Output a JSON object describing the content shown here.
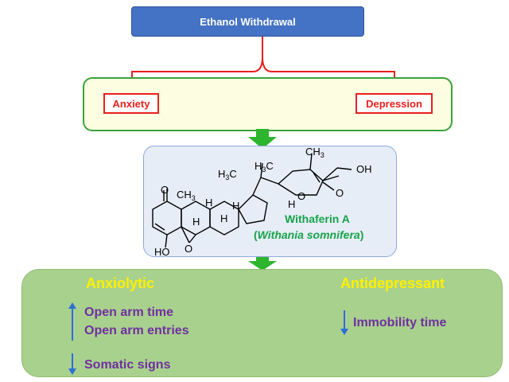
{
  "title": "Ethanol Withdrawal",
  "left_label": "Anxiety",
  "right_label": "Depression",
  "compound": {
    "name": "Withaferin A",
    "source_open": "(",
    "source": "Withania somnifera",
    "source_close": ")",
    "atoms": {
      "methyl_top": "CH",
      "methyl_top_sub": "3",
      "h3c_left": "H",
      "h3c_left_sub": "3",
      "h3c_left_c": "C",
      "h3c_mid": "H",
      "h3c_mid_sub": "3",
      "h3c_mid_c": "C",
      "ch3_ring": "CH",
      "ch3_ring_sub": "3",
      "oh": "OH",
      "ho": "HO",
      "o_keto": "O",
      "o_lactone": "O",
      "o_lactone_carbonyl": "O",
      "o_epoxide": "O",
      "h1": "H",
      "h2": "H",
      "h3": "H",
      "h4": "H",
      "h5": "H"
    }
  },
  "effects": {
    "anxiolytic": {
      "heading": "Anxiolytic",
      "up_items": [
        "Open arm time",
        "Open arm entries"
      ],
      "down_items": [
        "Somatic signs"
      ]
    },
    "antidepressant": {
      "heading": "Antidepressant",
      "down_items": [
        "Immobility time"
      ]
    }
  },
  "colors": {
    "title_fill": "#4472c4",
    "bracket": "#e8211d",
    "green_arrow": "#2db52d",
    "bottom_fill": "#a9d18e",
    "heading": "#fff000",
    "item_text": "#7030a0",
    "indicator_arrow": "#2f6dd6"
  }
}
